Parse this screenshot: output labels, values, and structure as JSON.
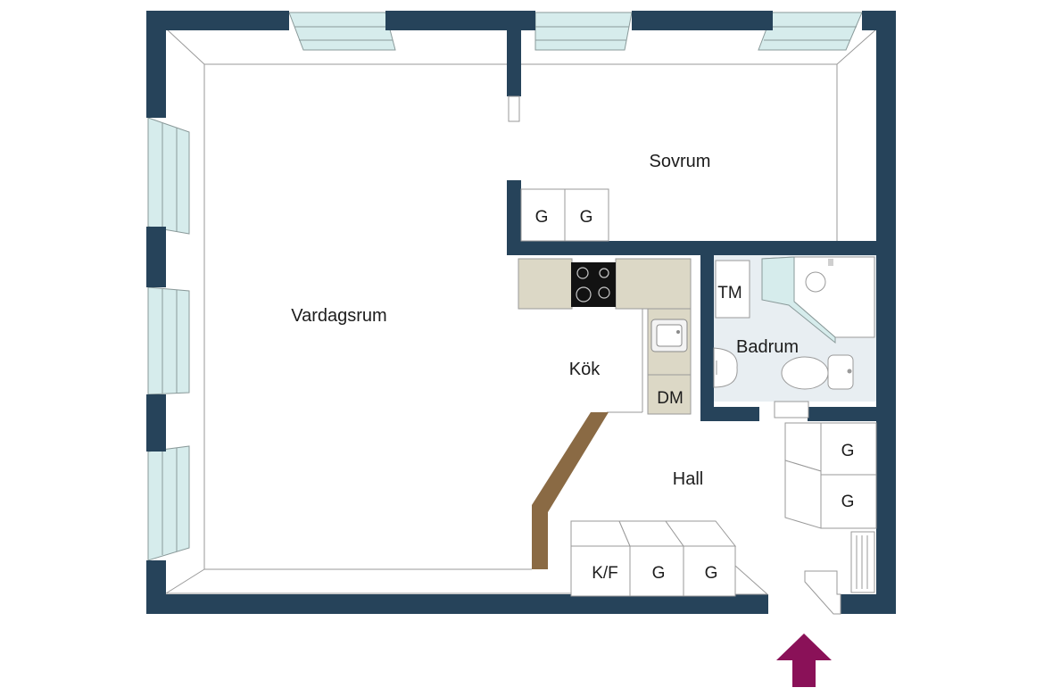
{
  "rooms": {
    "living": "Vardagsrum",
    "bedroom": "Sovrum",
    "kitchen": "Kök",
    "bathroom": "Badrum",
    "hall": "Hall"
  },
  "fixtures": {
    "bedroom_wardrobe_1": "G",
    "bedroom_wardrobe_2": "G",
    "washing_machine": "TM",
    "dishwasher": "DM",
    "fridge_freezer": "K/F",
    "hall_wardrobe_1": "G",
    "hall_wardrobe_2": "G",
    "hall_wardrobe_3": "G",
    "hall_wardrobe_4": "G"
  },
  "icons": {
    "entrance": "entrance-arrow-icon",
    "stove": "stove-icon",
    "sink": "kitchen-sink-icon",
    "toilet": "toilet-icon",
    "shower": "shower-icon"
  },
  "colors": {
    "wall": "#26435a",
    "counter": "#dcd8c6",
    "bathroom_floor": "#e8eef2",
    "window_glass": "#d6ecec",
    "wood": "#8a6a44",
    "entrance_arrow": "#8a1158"
  }
}
